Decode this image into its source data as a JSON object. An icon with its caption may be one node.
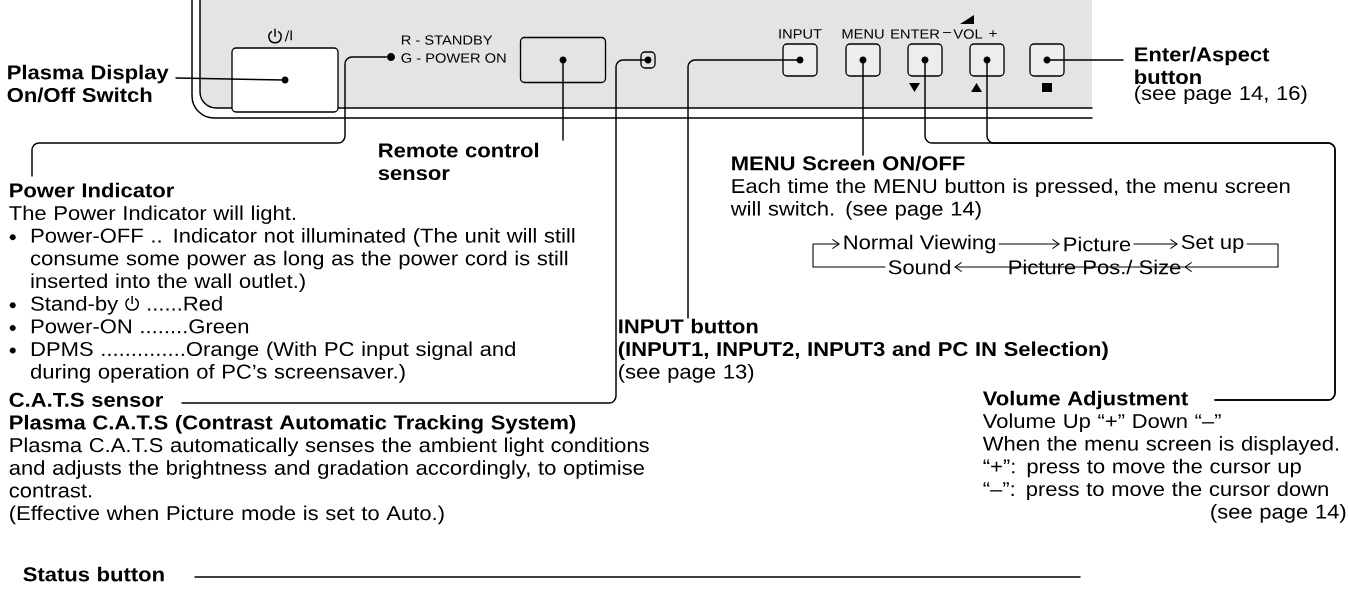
{
  "diagram": {
    "nodes": [
      {
        "text": [],
        "shape": "box"
      },
      {
        "text": [],
        "shape": "circle"
      },
      {
        "text": [],
        "shape": "box"
      },
      {
        "text": [],
        "shape": "box"
      },
      {
        "text": [],
        "shape": "box"
      },
      {
        "text": [],
        "shape": "box"
      },
      {
        "text": [],
        "shape": "box"
      },
      {
        "text": [],
        "shape": "box"
      },
      {
        "text": [],
        "shape": "box"
      },
      {
        "text": [
          "Plasma Display On/Off Switch"
        ]
      },
      {
        "text": [
          "Power Indicator",
          "The Power Indicator will light.",
          "Power-OFF .. Indicator not illuminated (The unit will still consume some power as long as the power cord is still inserted into the wall outlet.)",
          "Stand-by",
          "......Red",
          "Power-ON ........Green",
          "DPMS ..............Orange (With PC input signal and during operation of PC’s screensaver.)"
        ]
      },
      {
        "text": [
          "Remote control sensor"
        ]
      },
      {
        "text": [
          "MENU Screen ON/OFF",
          "Each time the MENU button is pressed, the menu screen will switch. (see page 14)"
        ]
      },
      {
        "text": [
          "INPUT button",
          "(INPUT1, INPUT2, INPUT3 and PC IN Selection)",
          "(see page 13)"
        ]
      },
      {
        "text": [
          "Enter/Aspect button",
          "(see page 14, 16)"
        ]
      },
      {
        "text": [
          "Volume Adjustment",
          "Volume Up “+” Down “–”",
          "When the menu screen is displayed.",
          "“+”: press to move the cursor up",
          "“–”: press to move the cursor down",
          "(see page 14)"
        ]
      },
      {
        "text": [
          "C.A.T.S sensor",
          "Plasma C.A.T.S (Contrast Automatic Tracking System)",
          "Plasma C.A.T.S automatically senses the ambient light conditions and adjusts the brightness and gradation accordingly, to optimise contrast.",
          "(Effective when Picture mode is set to Auto.)"
        ]
      },
      {
        "text": [
          "Status button"
        ]
      },
      {
        "text": [
          "Normal Viewing"
        ]
      },
      {
        "text": [
          "Picture"
        ]
      },
      {
        "text": [
          "Set up"
        ]
      },
      {
        "text": [
          "Picture Pos./ Size"
        ]
      },
      {
        "text": [
          "Sound"
        ]
      }
    ],
    "edges": [
      {
        "from": 9,
        "to": 0,
        "arrow": "none"
      },
      {
        "from": 10,
        "to": 1,
        "arrow": "none"
      },
      {
        "from": 11,
        "to": 2,
        "arrow": "none"
      },
      {
        "from": 16,
        "to": 3,
        "arrow": "none"
      },
      {
        "from": 13,
        "to": 4,
        "arrow": "none"
      },
      {
        "from": 12,
        "to": 5,
        "arrow": "none"
      },
      {
        "from": 15,
        "to": 6,
        "arrow": "none"
      },
      {
        "from": 15,
        "to": 7,
        "arrow": "none"
      },
      {
        "from": 14,
        "to": 8,
        "arrow": "none"
      },
      {
        "from": 17,
        "to": null,
        "arrow": "none"
      },
      {
        "from": 18,
        "to": 19,
        "arrow": "to"
      },
      {
        "from": 19,
        "to": 20,
        "arrow": "to"
      },
      {
        "from": 20,
        "to": 21,
        "arrow": "to"
      },
      {
        "from": 21,
        "to": 22,
        "arrow": "to"
      },
      {
        "from": 22,
        "to": 18,
        "arrow": "to"
      }
    ],
    "labels": [
      "/I",
      "R - STANDBY",
      "G - POWER ON",
      "INPUT",
      "MENU",
      "ENTER",
      "–",
      "VOL",
      "+"
    ]
  }
}
